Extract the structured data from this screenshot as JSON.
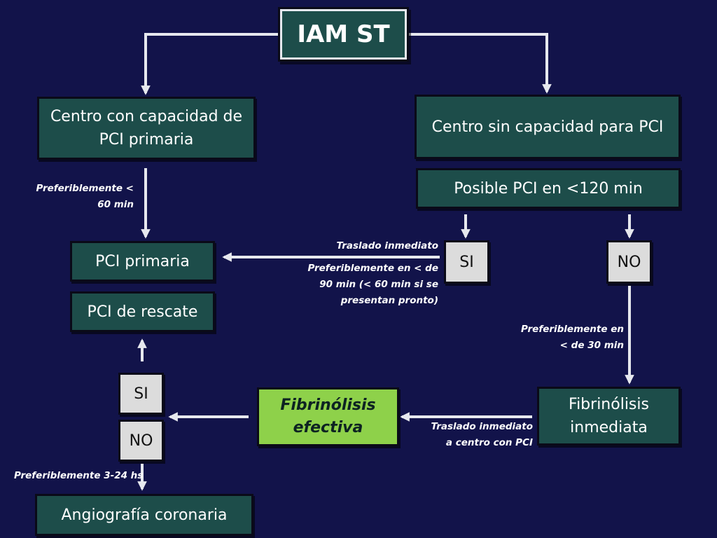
{
  "title": "IAM ST",
  "boxes": {
    "pci_capable_line1": "Centro con capacidad de",
    "pci_capable_line2": "PCI primaria",
    "no_pci_center": "Centro sin capacidad para PCI",
    "possible_pci": "Posible PCI en <120 min",
    "pci_primaria": "PCI primaria",
    "pci_rescate": "PCI de rescate",
    "si_right": "SI",
    "no_right": "NO",
    "si_left": "SI",
    "no_left": "NO",
    "fibrinolisis_efectiva_line1": "Fibrinólisis",
    "fibrinolisis_efectiva_line2": "efectiva",
    "fibrinolisis_inmediata_line1": "Fibrinólisis",
    "fibrinolisis_inmediata_line2": "inmediata",
    "angiografia": "Angiografía coronaria"
  },
  "notes": {
    "pref_60_line1": "Preferiblemente <",
    "pref_60_line2": "60 min",
    "traslado_inmediato": "Traslado inmediato",
    "pref_90_line1": "Preferiblemente en < de",
    "pref_90_line2": "90 min (< 60 min si se",
    "pref_90_line3": "presentan pronto)",
    "pref_30_line1": "Preferiblemente en",
    "pref_30_line2": "< de 30 min",
    "traslado_centro_line1": "Traslado inmediato",
    "traslado_centro_line2": "a centro con PCI",
    "pref_3_24": "Preferiblemente 3-24 hs"
  },
  "colors": {
    "background": "#12134a",
    "box_fill": "#1d4d4a",
    "effective_fill": "#8ed14a",
    "choice_fill": "#dcdcdc",
    "arrow": "#e6e8ee"
  }
}
